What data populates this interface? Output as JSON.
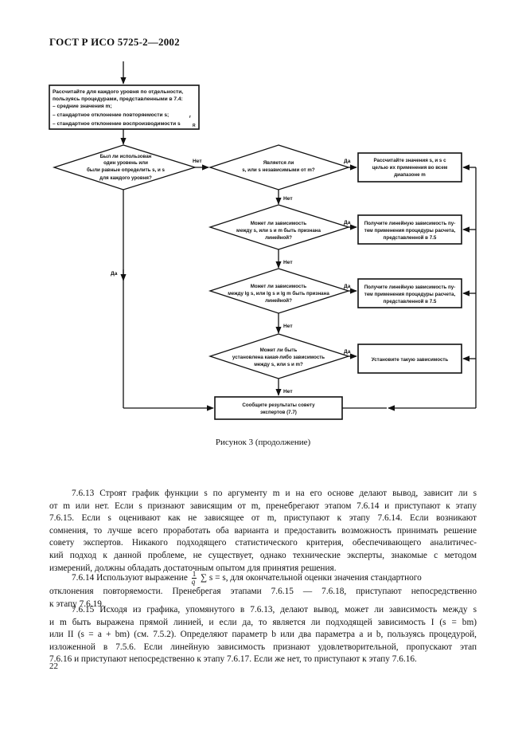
{
  "header": "ГОСТ Р ИСО 5725-2—2002",
  "flowchart": {
    "start_box": {
      "lines": [
        "Рассчитайте для каждого уровня по отдельности,",
        "пользуясь процедурами, представленными в 7.4:",
        "– средние значения m;",
        "– стандартное отклонение повторяемости s;",
        "– стандартное отклонение воспроизводимости s"
      ],
      "subscripts": [
        "j",
        "r",
        "R"
      ]
    },
    "decision_all_levels": {
      "lines": [
        "Был ли использован",
        "один уровень или",
        "были равные определить s, и s",
        "для каждого уровня?"
      ],
      "subscripts": [
        "r",
        "R"
      ]
    },
    "decision_independent": {
      "lines": [
        "Является ли",
        "s, или s независимыми от m?"
      ],
      "subscripts": [
        "r",
        "R"
      ]
    },
    "decision_linear": {
      "lines": [
        "Может ли зависимость",
        "между s, или s и m быть признана",
        "линейной?"
      ],
      "subscripts": [
        "r",
        "R"
      ]
    },
    "decision_log_linear": {
      "lines": [
        "Может ли зависимость",
        "между lg s, или lg s и lg m быть признана",
        "линейной?"
      ],
      "subscripts": [
        "r",
        "R"
      ]
    },
    "decision_other": {
      "lines": [
        "Может ли быть",
        "установлена какая-либо зависимость",
        "между s, или s и m?"
      ],
      "subscripts": [
        "r",
        "R"
      ]
    },
    "box_average": {
      "lines": [
        "Рассчитайте значения s, и s с",
        "целью их применения во всем",
        "диапазоне m"
      ],
      "subscripts": [
        "r",
        "R"
      ]
    },
    "box_linear": {
      "lines": [
        "Получите линейную зависимость пу-",
        "тем применения процедуры расчета,",
        "представленной в 7.5"
      ]
    },
    "box_log_linear": {
      "lines": [
        "Получите линейную зависимость пу-",
        "тем применения процедуры расчета,",
        "представленной в 7.5"
      ]
    },
    "box_establish": {
      "lines": [
        "Установите такую зависимость"
      ]
    },
    "box_report": {
      "lines": [
        "Сообщите результаты совету",
        "экспертов (7.7)"
      ]
    },
    "label_no": "Нет",
    "label_yes": "Да"
  },
  "caption": "Рисунок 3 (продолжение)",
  "paragraphs": {
    "p1": [
      "7.6.13  Строят график функции s по аргументу m и на его основе делают вывод, зависит ли s",
      "от m или нет. Если s признают зависящим от m, пренебрегают этапом 7.6.14 и приступают к этапу",
      "7.6.15.  Если s оценивают как не зависящее от m, приступают к этапу 7.6.14.  Если возникают",
      "сомнения, то лучше всего проработать оба варианта и предоставить возможность принимать решение",
      "совету экспертов. Никакого подходящего статистического критерия, обеспечивающего аналитичес-",
      "кий подход к данной проблеме, не существует, однако технические эксперты, знакомые с методом",
      "измерений, должны обладать достаточным опытом для принятия решения."
    ],
    "p2_a": "7.6.14  Используют выражение",
    "p2_frac_num": "1",
    "p2_frac_den": "q",
    "p2_b": "∑ s = s, для окончательной оценки значения стандартного",
    "p2_rest": [
      "отклонения повторяемости. Пренебрегая этапами 7.6.15 — 7.6.18, приступают непосредственно",
      "к этапу 7.6.19."
    ],
    "p3": [
      "7.6.15 Исходя из графика, упомянутого в 7.6.13, делают вывод, может ли зависимость между s",
      "и m быть выражена прямой линией, и если да, то является ли подходящей зависимость I (s = bm)",
      "или II (s = a + bm) (см. 7.5.2). Определяют параметр b или два параметра a и b, пользуясь процедурой,",
      "изложенной в 7.5.6. Если линейную зависимость признают удовлетворительной, пропускают этап",
      "7.6.16 и приступают непосредственно к этапу 7.6.17. Если же нет, то приступают к этапу 7.6.16."
    ]
  },
  "page_number": "22"
}
